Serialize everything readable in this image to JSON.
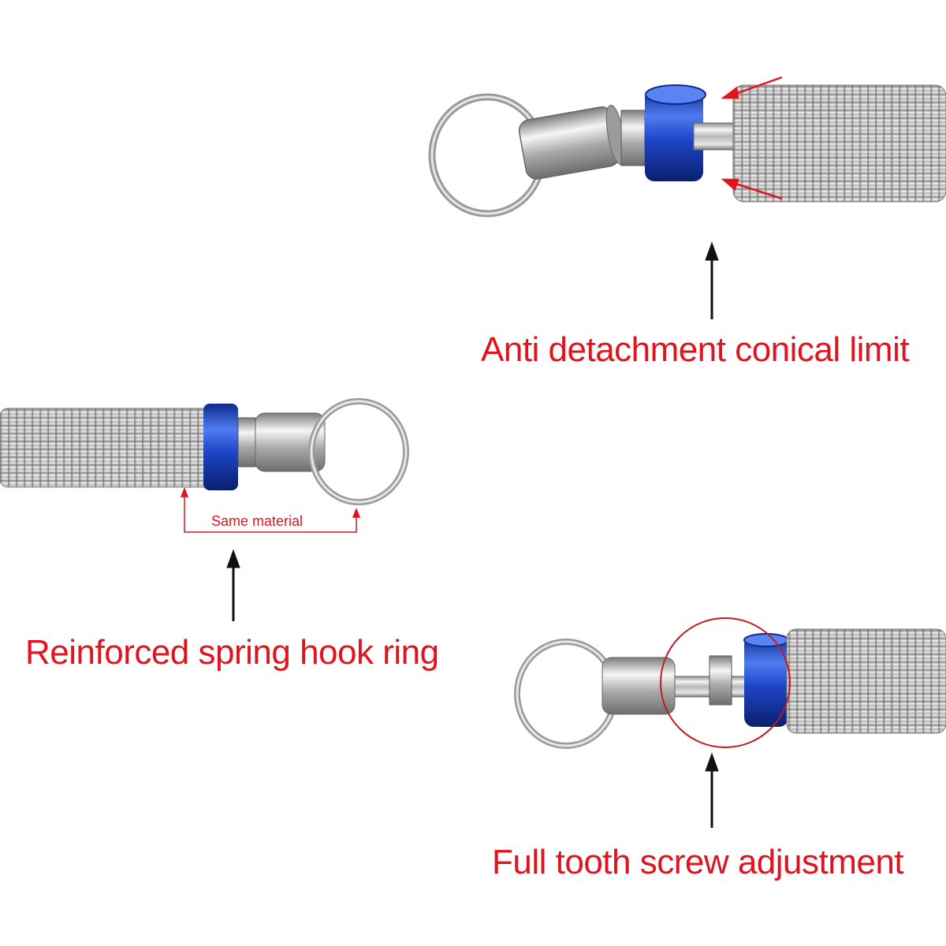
{
  "captions": {
    "anti_detachment": "Anti detachment conical limit",
    "reinforced_hook": "Reinforced spring hook ring",
    "screw_adjustment": "Full tooth screw adjustment",
    "same_material": "Same material"
  },
  "colors": {
    "caption_red": "#e0141e",
    "cap_blue": "#1f46c8",
    "steel": "#c9c9c9",
    "arrow_black": "#111111"
  }
}
